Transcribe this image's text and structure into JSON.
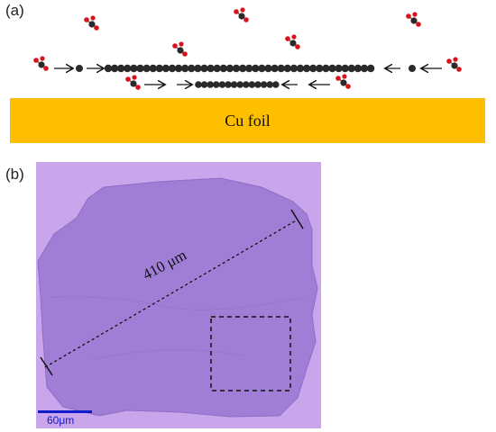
{
  "panel_a": {
    "label": "(a)",
    "substrate_label": "Cu foil",
    "colors": {
      "foil": "#fdbf00",
      "carbon": "#2a2a2a",
      "oxygen": "#d8121a"
    }
  },
  "panel_b": {
    "label": "(b)",
    "length_label": "410 μm",
    "scale_bar_label": "60μm",
    "colors": {
      "graphene": "#c9a6ec",
      "scale_bar": "#0d1bc8"
    }
  }
}
